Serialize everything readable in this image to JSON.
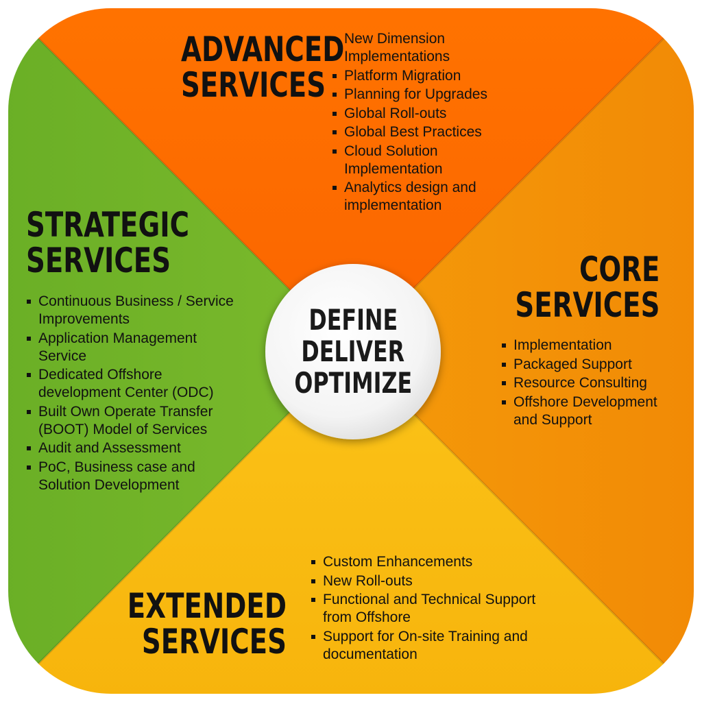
{
  "center": {
    "lines": [
      "DEFINE",
      "DELIVER",
      "OPTIMIZE"
    ]
  },
  "quadrants": {
    "advanced": {
      "title": [
        "ADVANCED",
        "SERVICES"
      ],
      "color": "#fe6c00",
      "items": [
        "New Dimension Implementations",
        "Platform Migration",
        "Planning for Upgrades",
        "Global Roll-outs",
        "Global Best Practices",
        "Cloud Solution Implementation",
        "Analytics design and implementation"
      ]
    },
    "core": {
      "title": [
        "CORE",
        "SERVICES"
      ],
      "color": "#f39305",
      "items": [
        "Implementation",
        "Packaged Support",
        "Resource Consulting",
        "Offshore Development and Support"
      ]
    },
    "extended": {
      "title": [
        "EXTENDED",
        "SERVICES"
      ],
      "color": "#fabd10",
      "items": [
        "Custom Enhancements",
        "New Roll-outs",
        "Functional and Technical Support from Offshore",
        "Support for On-site Training and documentation"
      ]
    },
    "strategic": {
      "title": [
        "STRATEGIC",
        "SERVICES"
      ],
      "color": "#74b52a",
      "items": [
        "Continuous Business / Service Improvements",
        "Application Management Service",
        "Dedicated Offshore development Center (ODC)",
        "Built Own Operate Transfer (BOOT) Model of Services",
        "Audit and Assessment",
        "PoC, Business case and Solution Development"
      ]
    }
  }
}
